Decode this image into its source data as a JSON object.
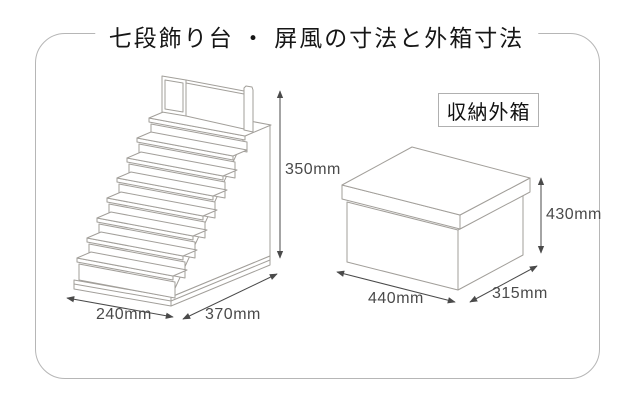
{
  "title": "七段飾り台 ・ 屏風の寸法と外箱寸法",
  "stand": {
    "name": "seven-tier-display-stand-with-folding-screen",
    "height": "350mm",
    "width": "240mm",
    "depth": "370mm"
  },
  "storage_box": {
    "caption": "収納外箱",
    "width": "440mm",
    "depth": "315mm",
    "height": "430mm"
  },
  "colors": {
    "drawing_line": "#a29f9a",
    "dimension_line": "#4a4a4a",
    "dimension_text": "#4a4a4a",
    "frame_border": "#b6b6b6",
    "title_text": "#161616",
    "background": "#ffffff"
  }
}
